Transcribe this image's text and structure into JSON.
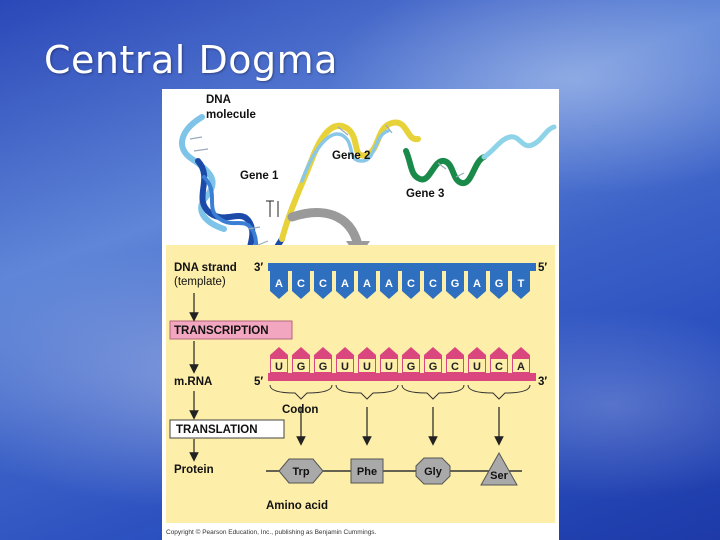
{
  "slide": {
    "title": "Central Dogma"
  },
  "diagram": {
    "dna_label_line1": "DNA",
    "dna_label_line2": "molecule",
    "gene1": "Gene 1",
    "gene2": "Gene 2",
    "gene3": "Gene 3",
    "dna_strand_line1": "DNA strand",
    "dna_strand_line2": "(template)",
    "three_prime_top": "3′",
    "five_prime_top": "5′",
    "dna_bases": [
      "A",
      "C",
      "C",
      "A",
      "A",
      "A",
      "C",
      "C",
      "G",
      "A",
      "G",
      "T"
    ],
    "transcription": "TRANSCRIPTION",
    "mrna": "m.RNA",
    "five_prime_bottom": "5′",
    "three_prime_bottom": "3′",
    "rna_bases": [
      "U",
      "G",
      "G",
      "U",
      "U",
      "U",
      "G",
      "G",
      "C",
      "U",
      "C",
      "A"
    ],
    "codon": "Codon",
    "translation": "TRANSLATION",
    "protein": "Protein",
    "amino_acids": [
      "Trp",
      "Phe",
      "Gly",
      "Ser"
    ],
    "amino_acid_label": "Amino acid",
    "copyright": "Copyright © Pearson Education, Inc., publishing as Benjamin Cummings."
  },
  "colors": {
    "panel_bg": "#fdeea9",
    "dna_strand": "#2f6fbf",
    "rna_strand": "#d9477e",
    "process_box": "#f3a6c0"
  }
}
